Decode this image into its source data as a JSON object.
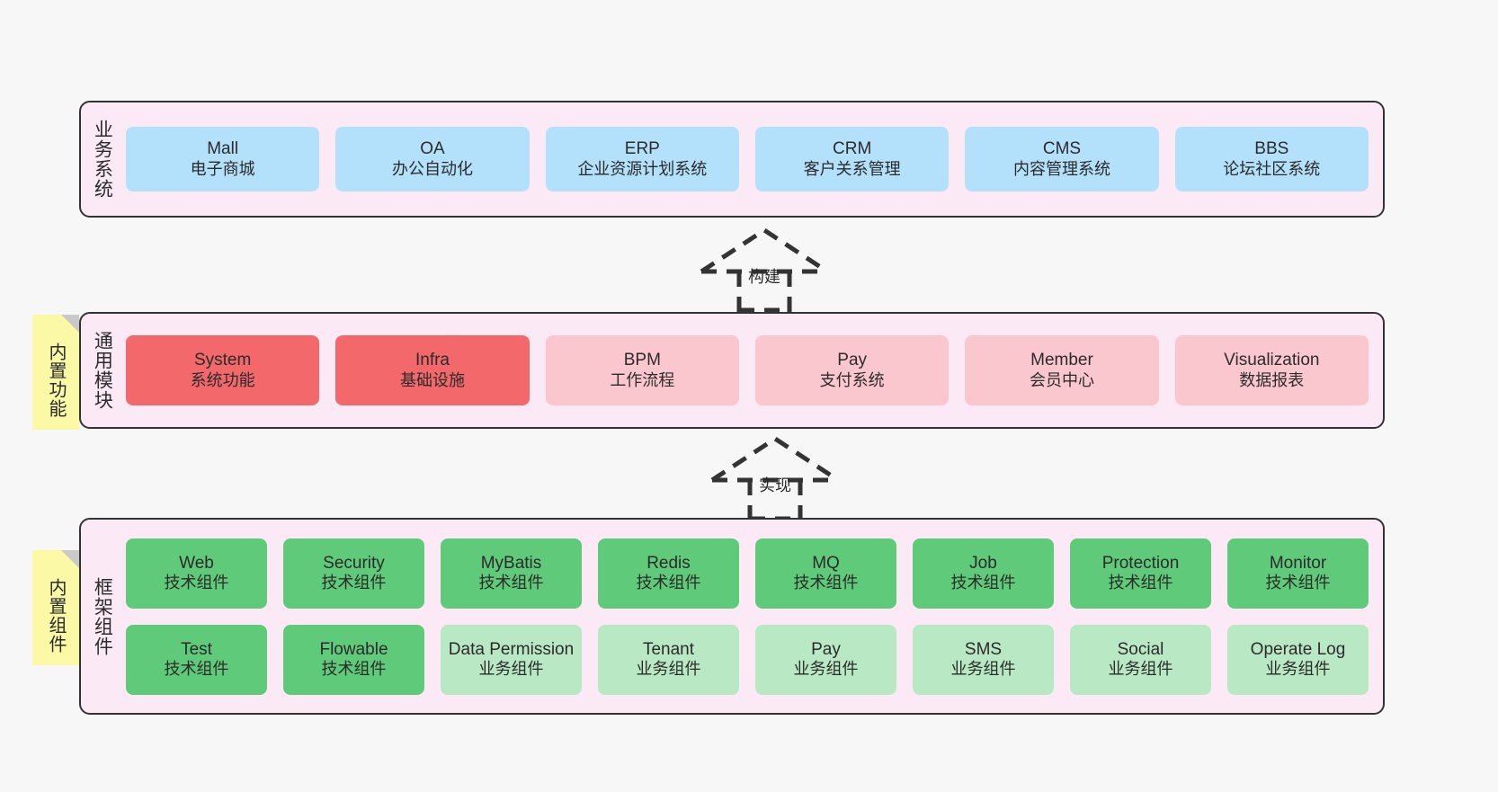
{
  "diagram": {
    "background": "#f7f7f7",
    "panel_fill": "#fbeaf5",
    "panel_border": "#333333",
    "note_fill": "#fbf8a6",
    "colors": {
      "blue": "#b3e0fb",
      "red": "#f2686b",
      "pink": "#fbc7cf",
      "green": "#5fca79",
      "green_light": "#b9e8c4"
    }
  },
  "notes": [
    {
      "id": "note-functions",
      "label": "内置功能"
    },
    {
      "id": "note-components",
      "label": "内置组件"
    }
  ],
  "arrows": [
    {
      "id": "arrow-build",
      "label": "构建",
      "style": "dashed-hollow-triangle",
      "direction": "up"
    },
    {
      "id": "arrow-impl",
      "label": "实现",
      "style": "dashed-hollow-triangle",
      "direction": "up"
    }
  ],
  "layers": [
    {
      "id": "business",
      "title": "业务系统",
      "rows": [
        [
          {
            "en": "Mall",
            "cn": "电子商城",
            "color": "blue"
          },
          {
            "en": "OA",
            "cn": "办公自动化",
            "color": "blue"
          },
          {
            "en": "ERP",
            "cn": "企业资源计划系统",
            "color": "blue"
          },
          {
            "en": "CRM",
            "cn": "客户关系管理",
            "color": "blue"
          },
          {
            "en": "CMS",
            "cn": "内容管理系统",
            "color": "blue"
          },
          {
            "en": "BBS",
            "cn": "论坛社区系统",
            "color": "blue"
          }
        ]
      ]
    },
    {
      "id": "modules",
      "title": "通用模块",
      "rows": [
        [
          {
            "en": "System",
            "cn": "系统功能",
            "color": "red"
          },
          {
            "en": "Infra",
            "cn": "基础设施",
            "color": "red"
          },
          {
            "en": "BPM",
            "cn": "工作流程",
            "color": "pink"
          },
          {
            "en": "Pay",
            "cn": "支付系统",
            "color": "pink"
          },
          {
            "en": "Member",
            "cn": "会员中心",
            "color": "pink"
          },
          {
            "en": "Visualization",
            "cn": "数据报表",
            "color": "pink"
          }
        ]
      ]
    },
    {
      "id": "framework",
      "title": "框架组件",
      "rows": [
        [
          {
            "en": "Web",
            "cn": "技术组件",
            "color": "green"
          },
          {
            "en": "Security",
            "cn": "技术组件",
            "color": "green"
          },
          {
            "en": "MyBatis",
            "cn": "技术组件",
            "color": "green"
          },
          {
            "en": "Redis",
            "cn": "技术组件",
            "color": "green"
          },
          {
            "en": "MQ",
            "cn": "技术组件",
            "color": "green"
          },
          {
            "en": "Job",
            "cn": "技术组件",
            "color": "green"
          },
          {
            "en": "Protection",
            "cn": "技术组件",
            "color": "green"
          },
          {
            "en": "Monitor",
            "cn": "技术组件",
            "color": "green"
          }
        ],
        [
          {
            "en": "Test",
            "cn": "技术组件",
            "color": "green"
          },
          {
            "en": "Flowable",
            "cn": "技术组件",
            "color": "green"
          },
          {
            "en": "Data Permission",
            "cn": "业务组件",
            "color": "green_light"
          },
          {
            "en": "Tenant",
            "cn": "业务组件",
            "color": "green_light"
          },
          {
            "en": "Pay",
            "cn": "业务组件",
            "color": "green_light"
          },
          {
            "en": "SMS",
            "cn": "业务组件",
            "color": "green_light"
          },
          {
            "en": "Social",
            "cn": "业务组件",
            "color": "green_light"
          },
          {
            "en": "Operate Log",
            "cn": "业务组件",
            "color": "green_light"
          }
        ]
      ]
    }
  ]
}
